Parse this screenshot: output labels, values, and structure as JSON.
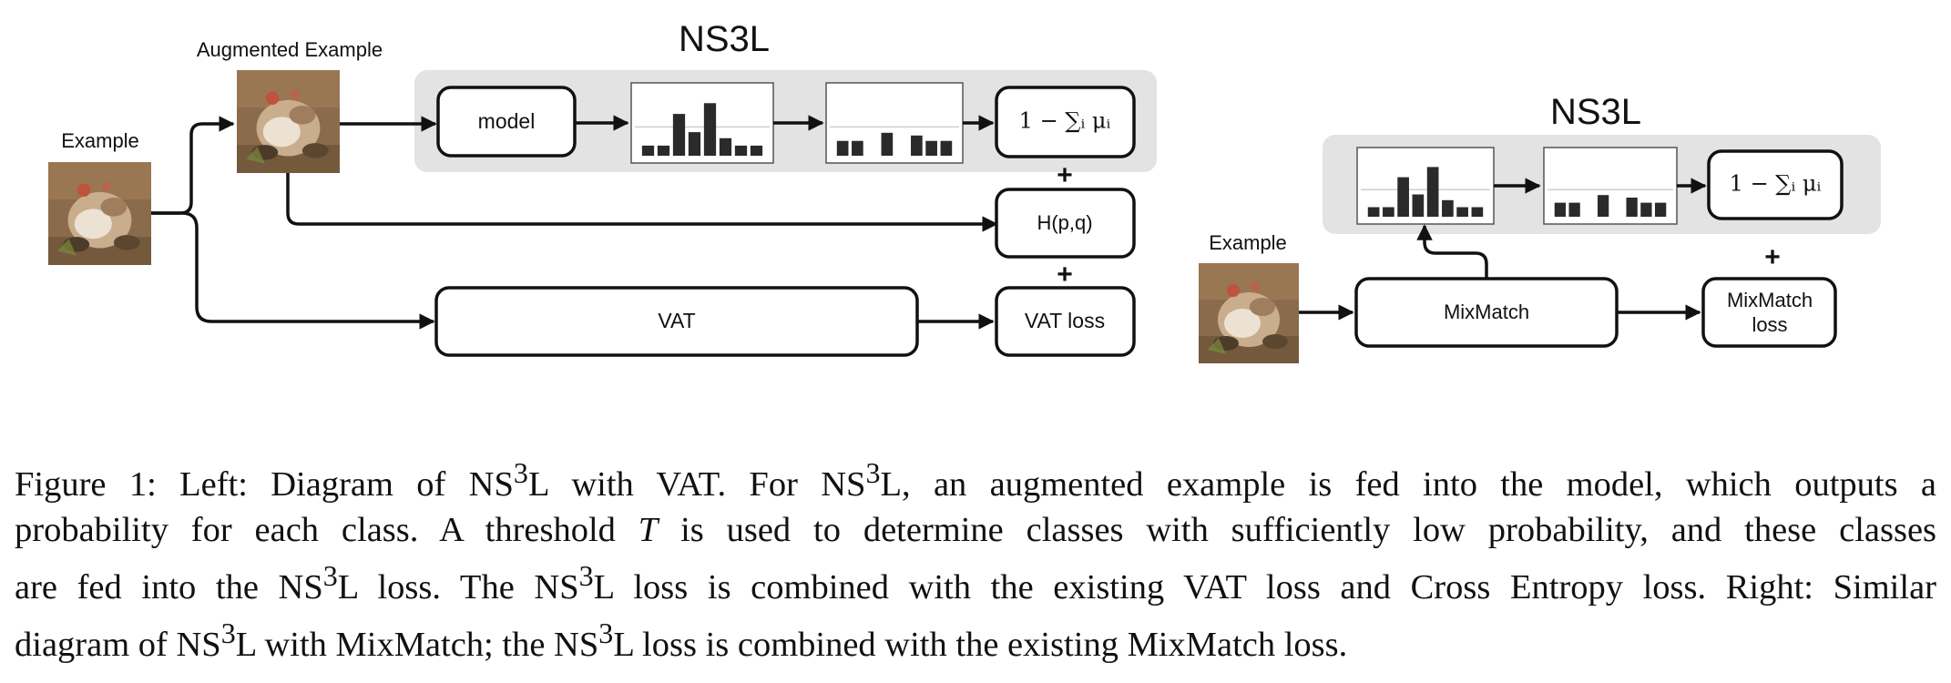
{
  "left": {
    "title": "NS3L",
    "example_label": "Example",
    "augmented_label": "Augmented Example",
    "model_label": "model",
    "ns3l_loss_math": "1 − ∑ᵢ μᵢ",
    "plus_1": "+",
    "ce_label": "H(p,q)",
    "plus_2": "+",
    "vat_label": "VAT",
    "vat_loss_label": "VAT loss"
  },
  "right": {
    "title": "NS3L",
    "example_label": "Example",
    "mixmatch_label": "MixMatch",
    "ns3l_loss_math": "1 − ∑ᵢ μᵢ",
    "plus": "+",
    "mixmatch_loss_line1": "MixMatch",
    "mixmatch_loss_line2": "loss"
  },
  "histograms": {
    "probabilities": [
      0.15,
      0.15,
      0.62,
      0.35,
      0.78,
      0.26,
      0.15,
      0.15
    ],
    "low_probability_classes": [
      0.22,
      0.22,
      0,
      0.34,
      0,
      0.3,
      0.22,
      0.22
    ]
  },
  "caption": {
    "line1_a": "Figure 1: Left: Diagram of NS",
    "sup1": "3",
    "line1_b": "L with VAT. For NS",
    "sup2": "3",
    "line1_c": "L, an augmented example is fed into the model, which outputs a",
    "line2_a": "probability for each class. A threshold",
    "line2_T": "T",
    "line2_b": "is used to determine classes with sufficiently low probability, and these classes",
    "line3_a": "are fed into the NS",
    "sup3": "3",
    "line3_b": "L loss. The NS",
    "sup4": "3",
    "line3_c": "L loss is combined with the existing VAT loss and Cross Entropy loss. Right: Similar",
    "line4_a": "diagram of NS",
    "sup5": "3",
    "line4_b": "L with MixMatch; the NS",
    "sup6": "3",
    "line4_c": "L loss is combined with the existing MixMatch loss."
  }
}
